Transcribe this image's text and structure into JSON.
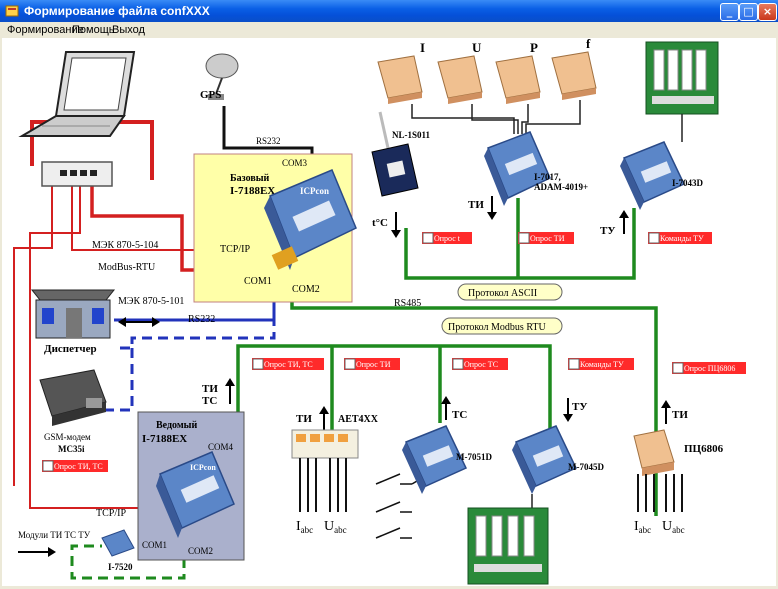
{
  "window": {
    "title": "Формирование файла confXXX",
    "buttons": {
      "minimize": "_",
      "maximize": "□",
      "close": "×"
    }
  },
  "menu": [
    "Формирование",
    "Помощь",
    "Выход"
  ],
  "diagram": {
    "gps": "GPS",
    "rs232_top": "RS232",
    "com3": "COM3",
    "base_title": "Базовый",
    "base_model": "I-7188EX",
    "tcpip_base": "TCP/IP",
    "com1_base": "COM1",
    "com2_base": "COM2",
    "iec104": "МЭК 870-5-104",
    "modbus_rtu": "ModBus-RTU",
    "iec101": "МЭК 870-5-101",
    "rs232_disp": "RS232",
    "dispatcher": "Диспетчер",
    "gsm_line1": "GSM-модем",
    "gsm_line2": "MC35i",
    "slave_title": "Ведомый",
    "slave_model": "I-7188EX",
    "com4": "COM4",
    "tcpip_slave": "TCP/IP",
    "com1_slave": "COM1",
    "com2_slave": "COM2",
    "modules_label": "Модули ТИ ТС ТУ",
    "i7520": "I-7520",
    "rs485": "RS485",
    "protocol_ascii": "Протокол ASCII",
    "protocol_modbus": "Протокол Modbus RTU",
    "nl_module": "NL-1S011",
    "temp_label": "t°C",
    "i7017_line1": "I-7017,",
    "i7017_line2": "ADAM-4019+",
    "i7043": "I-7043D",
    "m7051": "M-7051D",
    "m7045": "M-7045D",
    "aet": "AET4XX",
    "pts": "ПЦ6806",
    "sensor_I": "I",
    "sensor_U": "U",
    "sensor_P": "P",
    "sensor_f": "f",
    "ti": "ТИ",
    "tu": "ТУ",
    "tc": "ТС",
    "ti_aet": "ТИ",
    "tc_m7051": "ТС",
    "tu_m7045": "ТУ",
    "ti_pts": "ТИ",
    "ti_slave": "ТИ",
    "tc_slave": "ТС",
    "i_abc": "I",
    "u_abc": "U",
    "abc": "abc",
    "cb_opros_t": "Опрос t",
    "cb_opros_ti": "Опрос ТИ",
    "cb_komandy_tu": "Команды ТУ",
    "cb_opros_ti_tc": "Опрос ТИ, ТС",
    "cb_opros_ti2": "Опрос ТИ",
    "cb_opros_tc": "Опрос ТС",
    "cb_komandy_tu2": "Команды ТУ",
    "cb_opros_pts": "Опрос ПЦ6806",
    "cb_gsm": "Опрос ТИ, ТС"
  },
  "colors": {
    "red_line": "#d42020",
    "green_line": "#1e8a1e",
    "blue_line": "#2233bb",
    "base_box": "#ffffa8",
    "slave_box": "#aab0cc",
    "module_blue": "#5b86c8",
    "sensor_orange": "#f0c090"
  }
}
